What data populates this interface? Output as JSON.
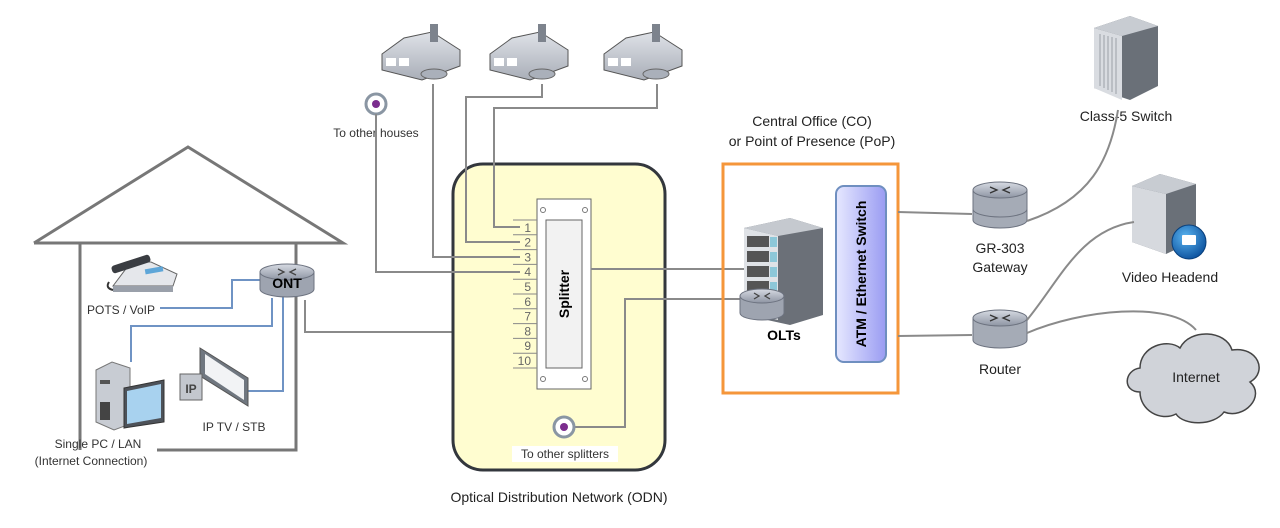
{
  "diagram": {
    "type": "PON network topology",
    "customer_premises": {
      "devices": {
        "ont": "ONT",
        "phone": "POTS / VoIP",
        "iptv": "IP TV / STB",
        "pc_line1": "Single PC / LAN",
        "pc_line2": "(Internet Connection)"
      }
    },
    "remote_houses": {
      "count": 3,
      "connector_label": "To other houses"
    },
    "odn": {
      "title": "Optical Distribution Network (ODN)",
      "splitter_label": "Splitter",
      "ports": [
        "1",
        "2",
        "3",
        "4",
        "5",
        "6",
        "7",
        "8",
        "9",
        "10"
      ],
      "other_splitters_label": "To other splitters",
      "fill_color": "#fffdd0"
    },
    "central_office": {
      "title_line1": "Central Office (CO)",
      "title_line2": "or Point of Presence (PoP)",
      "olt_label": "OLTs",
      "switch_label": "ATM / Ethernet Switch",
      "border_color": "#f5963a"
    },
    "core": {
      "gateway_line1": "GR-303",
      "gateway_line2": "Gateway",
      "class5": "Class-5 Switch",
      "video": "Video Headend",
      "router": "Router",
      "internet": "Internet"
    }
  }
}
